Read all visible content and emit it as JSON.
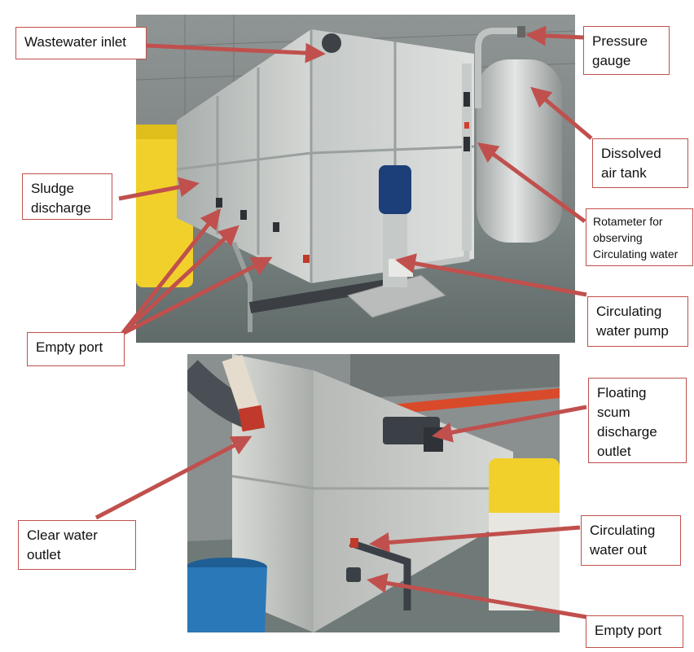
{
  "labels": {
    "wastewater_inlet": "Wastewater inlet",
    "pressure_gauge": "Pressure gauge",
    "dissolved_air_tank": "Dissolved air tank",
    "rotameter": "Rotameter for observing Circulating water",
    "sludge_discharge": "Sludge discharge",
    "circulating_water_pump": "Circulating water pump",
    "empty_port_top": "Empty port",
    "floating_scum": "Floating scum discharge outlet",
    "clear_water_outlet": "Clear water outlet",
    "circulating_water_out": "Circulating water out",
    "empty_port_bottom": "Empty port"
  },
  "colors": {
    "label_border": "#c0504d",
    "arrow": "#c0504d",
    "floor": "#6f7a78",
    "stainless": "#c9ccc9",
    "pipe_dark": "#4a4f55",
    "tank_yellow": "#f2d02b",
    "tub_blue": "#2a78b8",
    "pump_blue": "#1c3f7a",
    "beam_orange": "#d94a2a"
  }
}
